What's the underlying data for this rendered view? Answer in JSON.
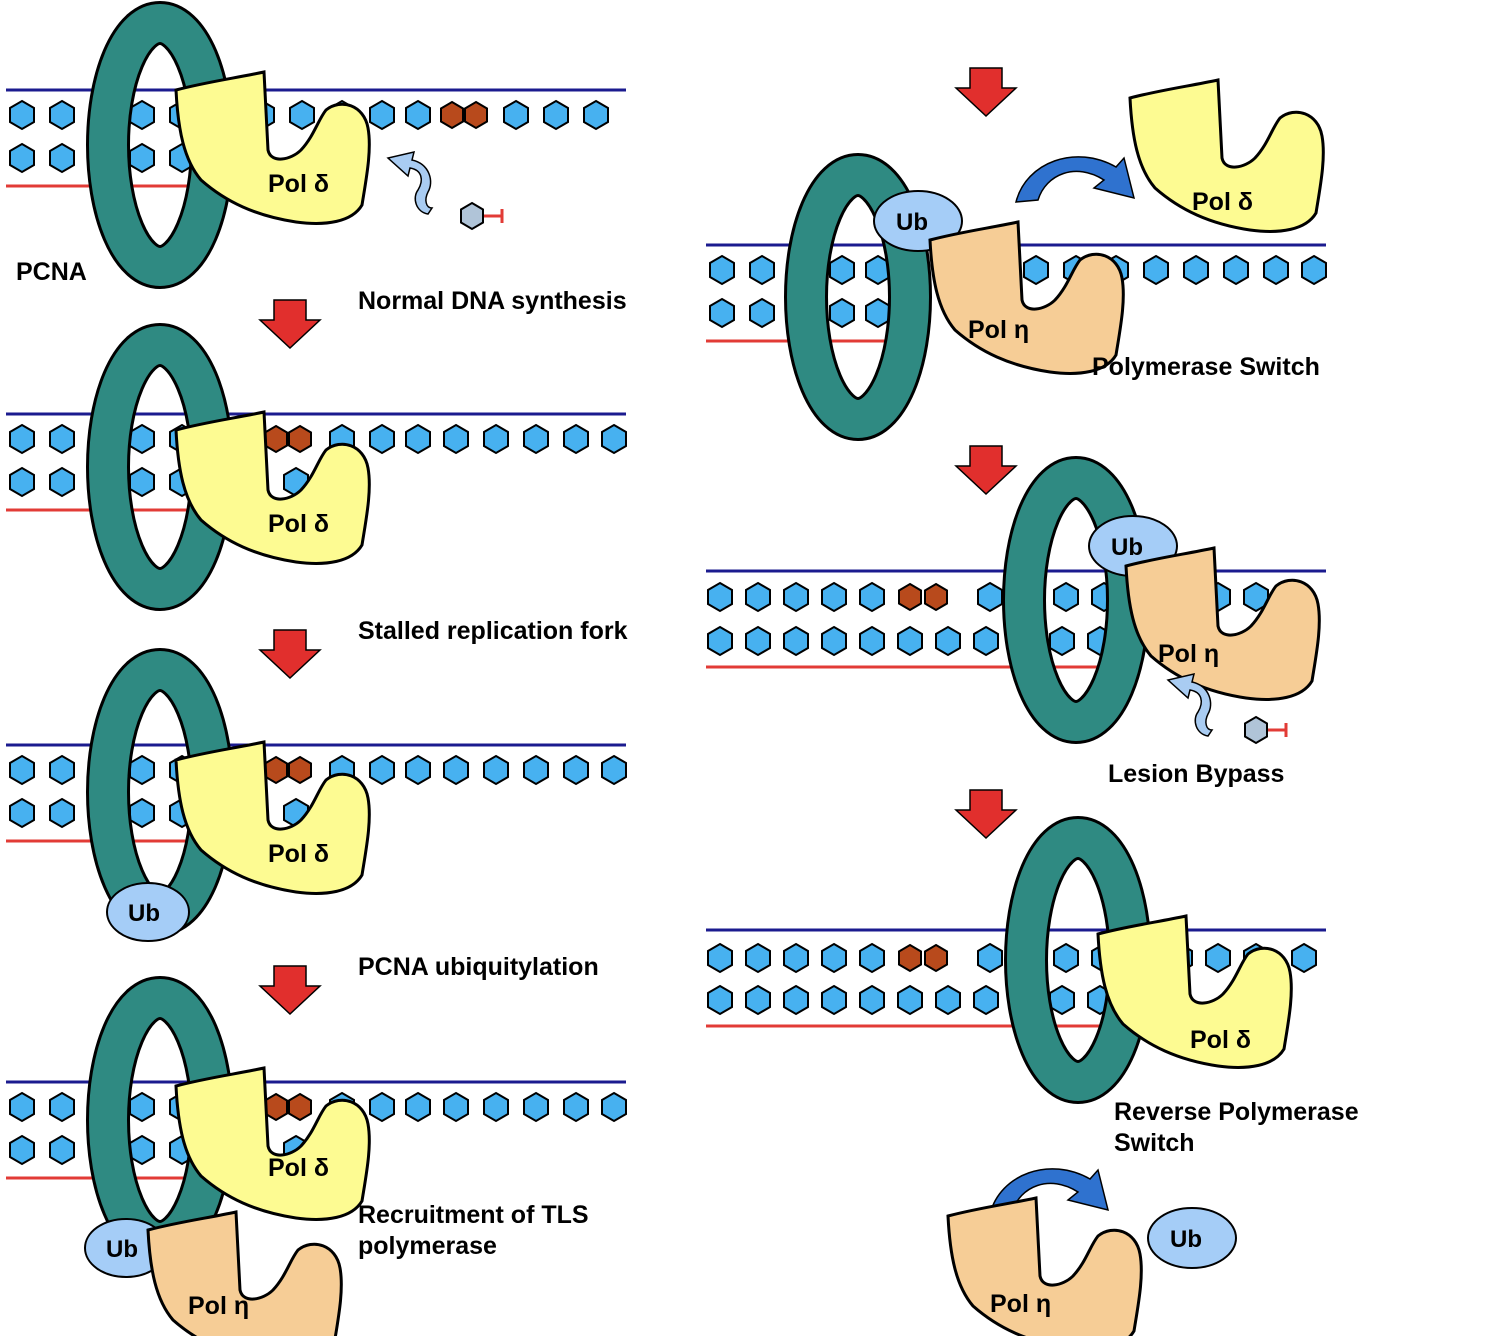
{
  "labels": {
    "pcna": "PCNA",
    "ub": "Ub",
    "pol_delta": "Pol δ",
    "pol_eta": "Pol η"
  },
  "steps": [
    {
      "caption": [
        "Normal DNA synthesis"
      ]
    },
    {
      "caption": [
        "Stalled replication fork"
      ]
    },
    {
      "caption": [
        "PCNA ubiquitylation"
      ]
    },
    {
      "caption": [
        "Recruitment of TLS",
        "polymerase"
      ]
    },
    {
      "caption": [
        "Polymerase Switch"
      ]
    },
    {
      "caption": [
        "Lesion Bypass"
      ]
    },
    {
      "caption": [
        "Reverse Polymerase",
        "Switch"
      ]
    }
  ],
  "colors": {
    "pcna_ring": "#2f8a82",
    "pol_delta": "#fdfb92",
    "pol_eta": "#f6cd96",
    "ub": "#a5cdf7",
    "nucleotide": "#47b1f0",
    "lesion": "#b84a1c",
    "template_strand": "#1b1b8f",
    "new_strand": "#e23b36",
    "step_arrow": "#e12f2d",
    "switch_arrow": "#2f72cf",
    "incoming_arrow": "#a9ccf2",
    "dntp": "#b0c4d8"
  }
}
